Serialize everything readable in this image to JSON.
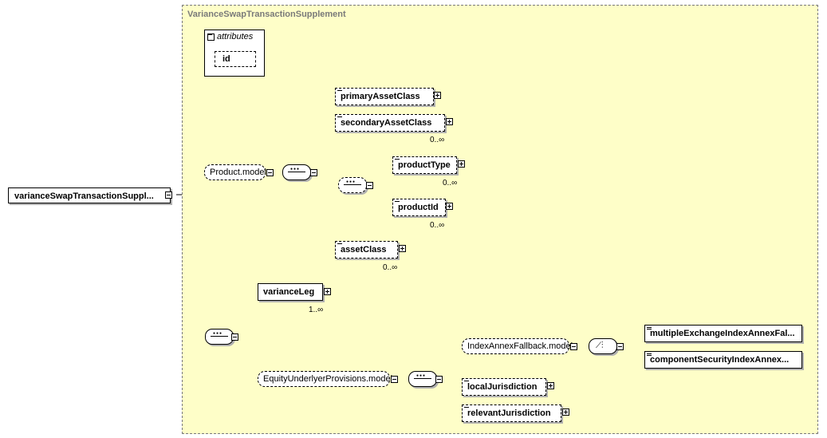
{
  "region": {
    "title": "VarianceSwapTransactionSupplement"
  },
  "root": {
    "label": "varianceSwapTransactionSuppl..."
  },
  "attributes": {
    "heading": "attributes",
    "items": [
      "id"
    ]
  },
  "product_model": {
    "label": "Product.model"
  },
  "elements": {
    "primaryAssetClass": "primaryAssetClass",
    "secondaryAssetClass": "secondaryAssetClass",
    "productType": "productType",
    "productId": "productId",
    "assetClass": "assetClass",
    "varianceLeg": "varianceLeg",
    "localJurisdiction": "localJurisdiction",
    "relevantJurisdiction": "relevantJurisdiction",
    "multipleExchange": "multipleExchangeIndexAnnexFal...",
    "componentSecurity": "componentSecurityIndexAnnex..."
  },
  "groups": {
    "equityUnderlyer": "EquityUnderlyerProvisions.model",
    "indexAnnex": "IndexAnnexFallback.model"
  },
  "cardinality": {
    "secondaryAssetClass": "0..∞",
    "productType": "0..∞",
    "productId": "0..∞",
    "assetClass": "0..∞",
    "varianceLeg": "1..∞"
  },
  "colors": {
    "region_fill": "#fefec8",
    "region_border": "#7a7a7a"
  }
}
